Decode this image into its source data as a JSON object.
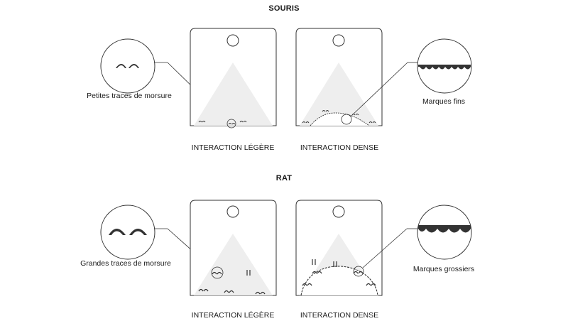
{
  "sections": [
    {
      "title": "SOURIS",
      "left_label": "Petites traces de morsure",
      "right_label": "Marques fins",
      "panel_left_caption": "INTERACTION LÉGÈRE",
      "panel_right_caption": "INTERACTION DENSE"
    },
    {
      "title": "RAT",
      "left_label": "Grandes traces de morsure",
      "right_label": "Marques grossiers",
      "panel_left_caption": "INTERACTION LÉGÈRE",
      "panel_right_caption": "INTERACTION DENSE"
    }
  ],
  "colors": {
    "outline": "#333333",
    "triangle_fill": "#eeeeee",
    "bite_mark": "#333333",
    "background": "#ffffff"
  },
  "icons": [
    "bite-mark-icon",
    "magnifier-circle-icon",
    "hang-hole-icon"
  ]
}
